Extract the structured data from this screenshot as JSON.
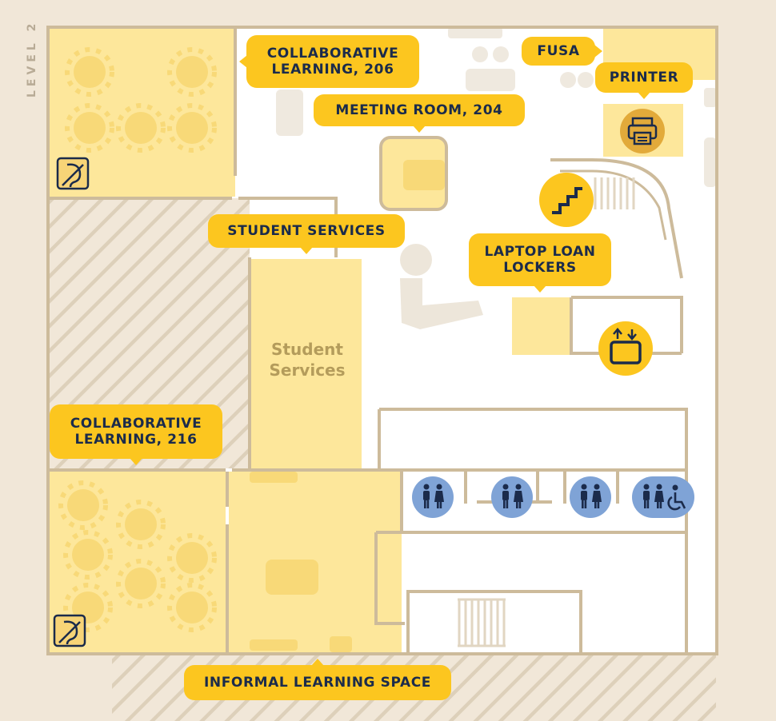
{
  "level_label": "LEVEL 2",
  "callouts": {
    "collab_206": "COLLABORATIVE\nLEARNING, 206",
    "meeting_204": "MEETING ROOM, 204",
    "fusa": "FUSA",
    "printer": "PRINTER",
    "student_services": "STUDENT SERVICES",
    "laptop_lockers": "LAPTOP LOAN\nLOCKERS",
    "collab_216": "COLLABORATIVE\nLEARNING, 216",
    "informal": "INFORMAL LEARNING SPACE"
  },
  "room_labels": {
    "student_services": "Student\nServices"
  },
  "icons": {
    "hearing_loop": "hearing-loop-icon",
    "printer": "printer-icon",
    "stairs": "stairs-icon",
    "elevator": "elevator-icon",
    "toilets": "toilets-icon",
    "accessible_toilet": "accessible-toilet-icon"
  },
  "colors": {
    "background": "#f1e7d8",
    "room_fill": "#fde79b",
    "accent": "#fcc61f",
    "wall": "#cdbb9b",
    "text_dark": "#1b2b4b",
    "toilet_badge": "#7fa3d6"
  }
}
